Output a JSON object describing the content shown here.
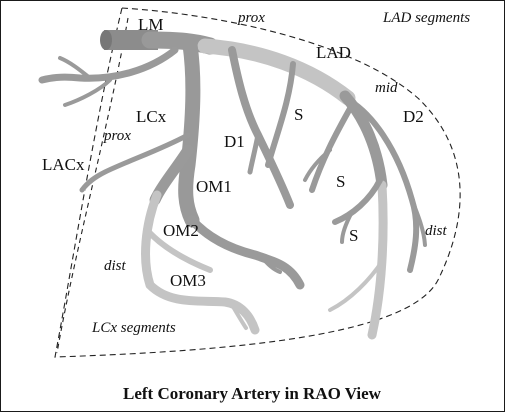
{
  "caption": "Left Coronary Artery in RAO View",
  "labels": {
    "lm": "LM",
    "lad": "LAD",
    "lcx": "LCx",
    "lacx": "LACx",
    "d1": "D1",
    "d2": "D2",
    "om1": "OM1",
    "om2": "OM2",
    "om3": "OM3",
    "s1": "S",
    "s2": "S",
    "s3": "S"
  },
  "segment_labels": {
    "lad_segments": "LAD segments",
    "lcx_segments": "LCx segments",
    "prox_lad": "prox",
    "mid_lad": "mid",
    "dist_lad": "dist",
    "prox_lcx": "prox",
    "dist_lcx": "dist"
  },
  "colors": {
    "vessel_dark": "#9a9a9a",
    "vessel_light": "#c4c4c4",
    "vessel_proximal": "#8c8c8c",
    "outline": "#222222"
  }
}
